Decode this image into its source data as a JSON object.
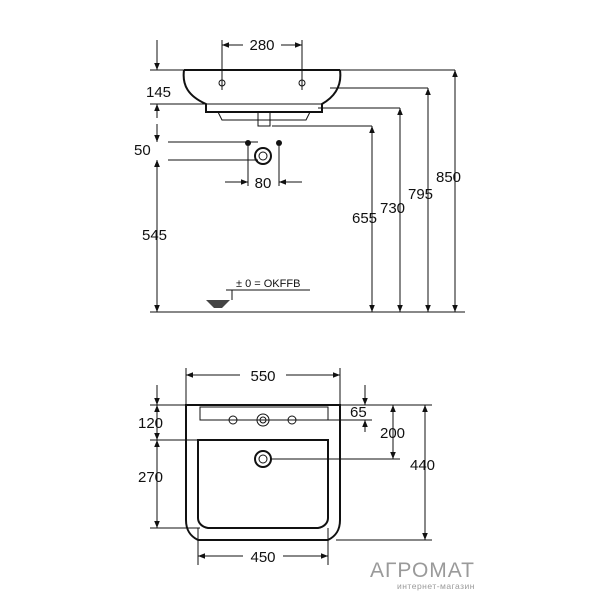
{
  "drawing": {
    "side_view": {
      "dims": {
        "tap_spacing": "280",
        "rim_height": "145",
        "waste_offset": "50",
        "waste_spacing": "80",
        "support_height": "545",
        "h655": "655",
        "h730": "730",
        "h795": "795",
        "h850": "850"
      },
      "floor_reference": "± 0 = OKFFB"
    },
    "top_view": {
      "dims": {
        "overall_width": "550",
        "rear_depth": "120",
        "bowl_depth": "270",
        "tap_offset": "65",
        "drain_offset": "200",
        "overall_depth": "440",
        "bowl_width": "450"
      }
    }
  },
  "watermark": {
    "brand": "АГРОМАТ",
    "tagline": "интернет-магазин"
  }
}
